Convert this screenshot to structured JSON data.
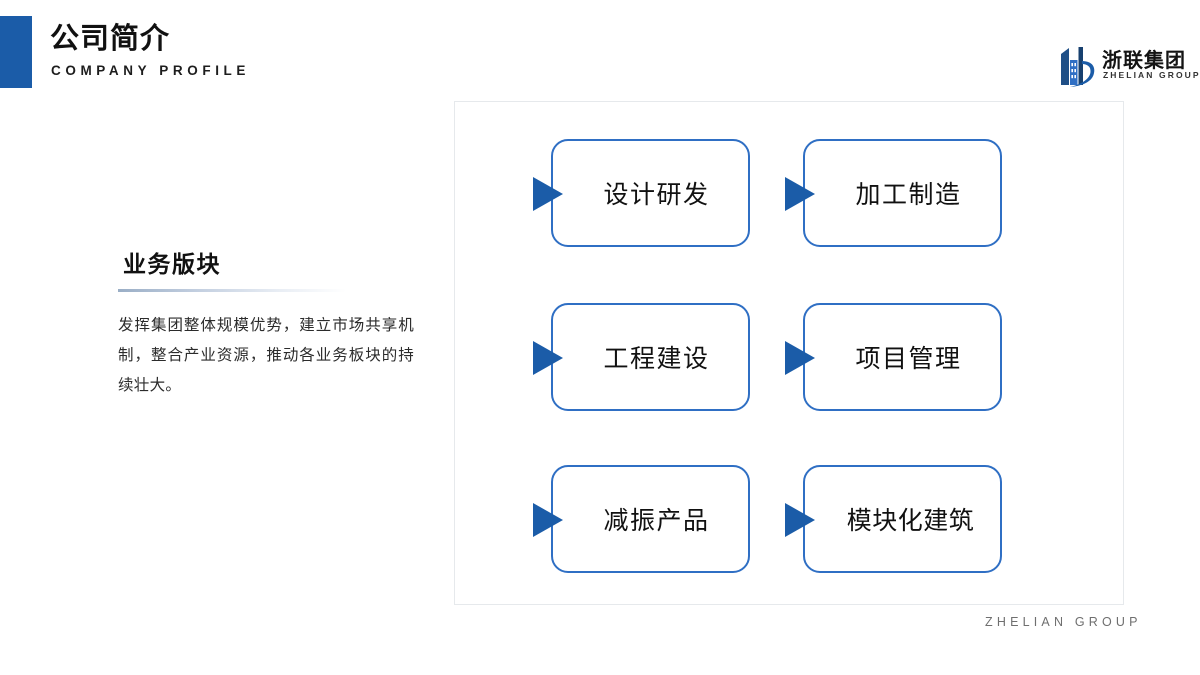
{
  "header": {
    "title": "公司简介",
    "subtitle": "COMPANY PROFILE",
    "accent_color": "#1b5ca8"
  },
  "logo": {
    "name_cn": "浙联集团",
    "name_en": "ZHELIAN GROUP",
    "mark": "building-swoosh-logo",
    "color": "#1b5ca8"
  },
  "left": {
    "heading": "业务版块",
    "body": "发挥集团整体规模优势，建立市场共享机制，整合产业资源，推动各业务板块的持续壮大。"
  },
  "panel": {
    "border_color": "#e6e9ec",
    "box_border_color": "#2f6fc4",
    "arrow_color": "#1b5ca8",
    "items": [
      {
        "label": "设计研发"
      },
      {
        "label": "加工制造"
      },
      {
        "label": "工程建设"
      },
      {
        "label": "项目管理"
      },
      {
        "label": "减振产品"
      },
      {
        "label": "模块化建筑"
      }
    ]
  },
  "footer": {
    "text": "ZHELIAN GROUP"
  }
}
